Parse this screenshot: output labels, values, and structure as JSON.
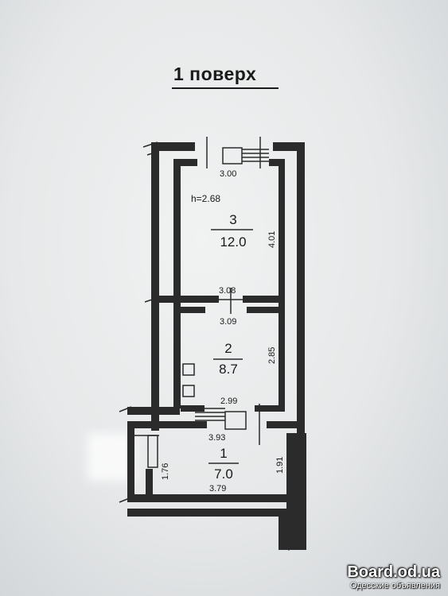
{
  "title": "1 поверх",
  "rooms": [
    {
      "number": "3",
      "area": "12.0"
    },
    {
      "number": "2",
      "area": "8.7"
    },
    {
      "number": "1",
      "area": "7.0"
    }
  ],
  "dimensions": {
    "room3_width": "3.00",
    "room3_height": "h=2.68",
    "room3_length": "4.01",
    "room3_bottom": "3.08",
    "room2_top": "3.09",
    "room2_length": "2.85",
    "room2_bottom": "2.99",
    "room1_top": "3.93",
    "room1_left": "1.76",
    "room1_right": "1.91",
    "room1_bottom": "3.79"
  },
  "watermark": {
    "site": "Board.od.ua",
    "subtitle": "Одесские объявления"
  }
}
